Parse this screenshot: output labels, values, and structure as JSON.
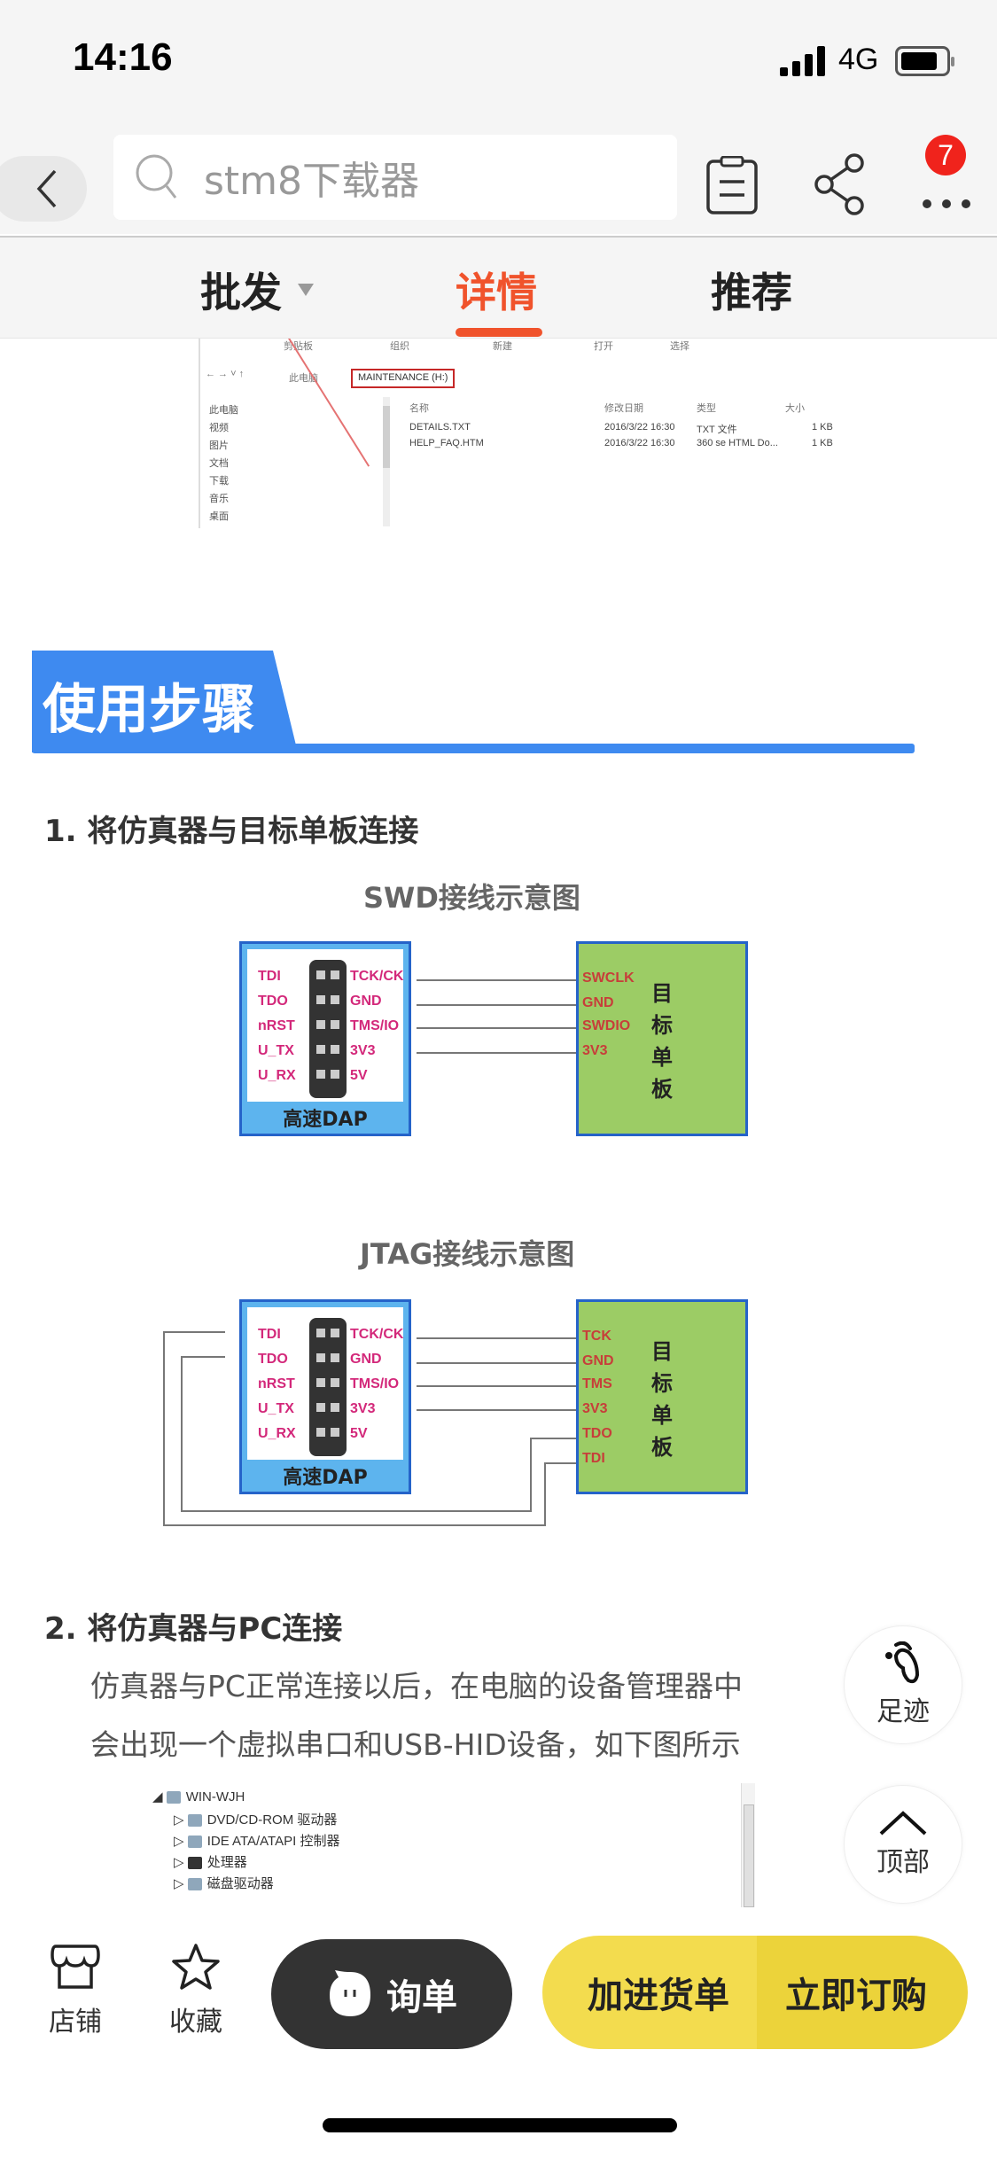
{
  "status_bar": {
    "time": "14:16",
    "network": "4G"
  },
  "nav": {
    "search_query": "stm8下载器",
    "notification_count": "7"
  },
  "tabs": [
    {
      "label": "批发",
      "active": false
    },
    {
      "label": "详情",
      "active": true
    },
    {
      "label": "推荐",
      "active": false
    }
  ],
  "explorer_screenshot": {
    "ribbon_groups": [
      "剪贴板",
      "组织",
      "新建",
      "打开",
      "选择"
    ],
    "path": [
      "此电脑",
      "MAINTENANCE (H:)"
    ],
    "nav_items": [
      "此电脑",
      "视频",
      "图片",
      "文档",
      "下载",
      "音乐",
      "桌面"
    ],
    "columns": [
      "名称",
      "修改日期",
      "类型",
      "大小"
    ],
    "files": [
      {
        "name": "DETAILS.TXT",
        "modified": "2016/3/22 16:30",
        "type": "TXT 文件",
        "size": "1 KB"
      },
      {
        "name": "HELP_FAQ.HTM",
        "modified": "2016/3/22 16:30",
        "type": "360 se HTML Do...",
        "size": "1 KB"
      }
    ]
  },
  "section": {
    "title": "使用步骤",
    "accent_color": "#3e8af0"
  },
  "step1": {
    "title": "1. 将仿真器与目标单板连接",
    "swd": {
      "title": "SWD接线示意图",
      "dap_label": "高速DAP",
      "left_pins": [
        "TDI",
        "TDO",
        "nRST",
        "U_TX",
        "U_RX"
      ],
      "right_pins": [
        "TCK/CK",
        "GND",
        "TMS/IO",
        "3V3",
        "5V"
      ],
      "target_pins": [
        "SWCLK",
        "GND",
        "SWDIO",
        "3V3"
      ],
      "target_label": [
        "目",
        "标",
        "单",
        "板"
      ]
    },
    "jtag": {
      "title": "JTAG接线示意图",
      "dap_label": "高速DAP",
      "left_pins": [
        "TDI",
        "TDO",
        "nRST",
        "U_TX",
        "U_RX"
      ],
      "right_pins": [
        "TCK/CK",
        "GND",
        "TMS/IO",
        "3V3",
        "5V"
      ],
      "target_pins": [
        "TCK",
        "GND",
        "TMS",
        "3V3",
        "TDO",
        "TDI"
      ],
      "target_label": [
        "目",
        "标",
        "单",
        "板"
      ]
    }
  },
  "step2": {
    "title": "2. 将仿真器与PC连接",
    "body_line1": "仿真器与PC正常连接以后，在电脑的设备管理器中",
    "body_line2": "会出现一个虚拟串口和USB-HID设备，如下图所示"
  },
  "device_manager": {
    "root": "WIN-WJH",
    "items": [
      "DVD/CD-ROM 驱动器",
      "IDE ATA/ATAPI 控制器",
      "处理器",
      "磁盘驱动器"
    ]
  },
  "floating": {
    "footprint_label": "足迹",
    "top_label": "顶部"
  },
  "bottom_bar": {
    "shop_label": "店铺",
    "favorite_label": "收藏",
    "inquiry_label": "询单",
    "add_cart_label": "加进货单",
    "buy_now_label": "立即订购",
    "primary_color": "#f3dc4e"
  }
}
